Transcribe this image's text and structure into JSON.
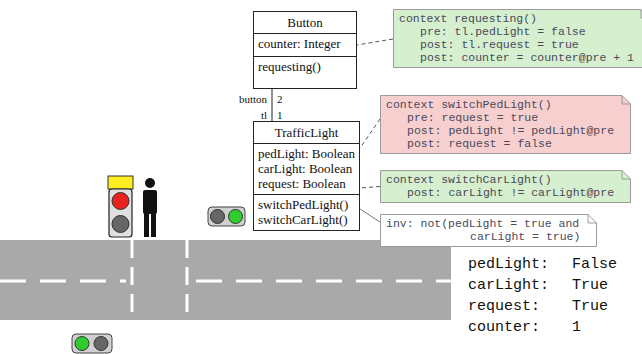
{
  "diagram": {
    "nodes": [
      {
        "text": [
          "Button",
          "counter: Integer",
          "requesting()"
        ]
      },
      {
        "text": [
          "TrafficLight",
          "pedLight: Boolean",
          "carLight: Boolean",
          "request: Boolean",
          "switchPedLight()",
          "switchCarLight()"
        ]
      },
      {
        "text": [
          "context requesting()",
          "pre: tl.pedLight = false",
          "post: tl.request = true",
          "post: counter = counter@pre + 1"
        ]
      },
      {
        "text": [
          "context switchPedLight()",
          "pre: request = true",
          "post: pedLight != pedLight@pre",
          "post: request = false"
        ]
      },
      {
        "text": [
          "context switchCarLight()",
          "post: carLight != carLight@pre"
        ]
      },
      {
        "text": [
          "inv: not(pedLight = true and",
          "carLight = true)"
        ]
      }
    ],
    "edges": [
      {
        "from": 0,
        "to": 1,
        "arrow": "none"
      },
      {
        "from": 2,
        "to": 0,
        "arrow": "none"
      },
      {
        "from": 3,
        "to": 1,
        "arrow": "none"
      },
      {
        "from": 4,
        "to": 1,
        "arrow": "none"
      },
      {
        "from": 5,
        "to": 1,
        "arrow": "none"
      }
    ],
    "labels": [
      "button",
      "2",
      "tl",
      "1",
      "pedLight:",
      "False",
      "carLight:",
      "True",
      "request:",
      "True",
      "counter:",
      "1"
    ]
  }
}
